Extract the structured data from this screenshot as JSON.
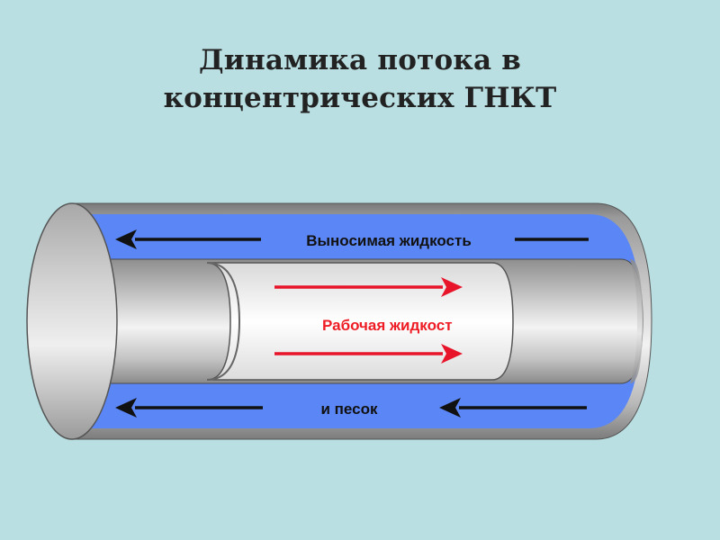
{
  "title": {
    "line1": "Динамика потока в",
    "line2": "концентрических ГНКТ"
  },
  "labels": {
    "return_fluid": "Выносимая жидкость",
    "working_fluid": "Рабочая жидкост",
    "and_sand": "и песок"
  },
  "colors": {
    "background": "#b9dfe2",
    "annulus": "#5b86f5",
    "working_fluid_text": "#ee1c24",
    "arrows_dark": "#111111",
    "arrows_red": "#e8142a"
  }
}
